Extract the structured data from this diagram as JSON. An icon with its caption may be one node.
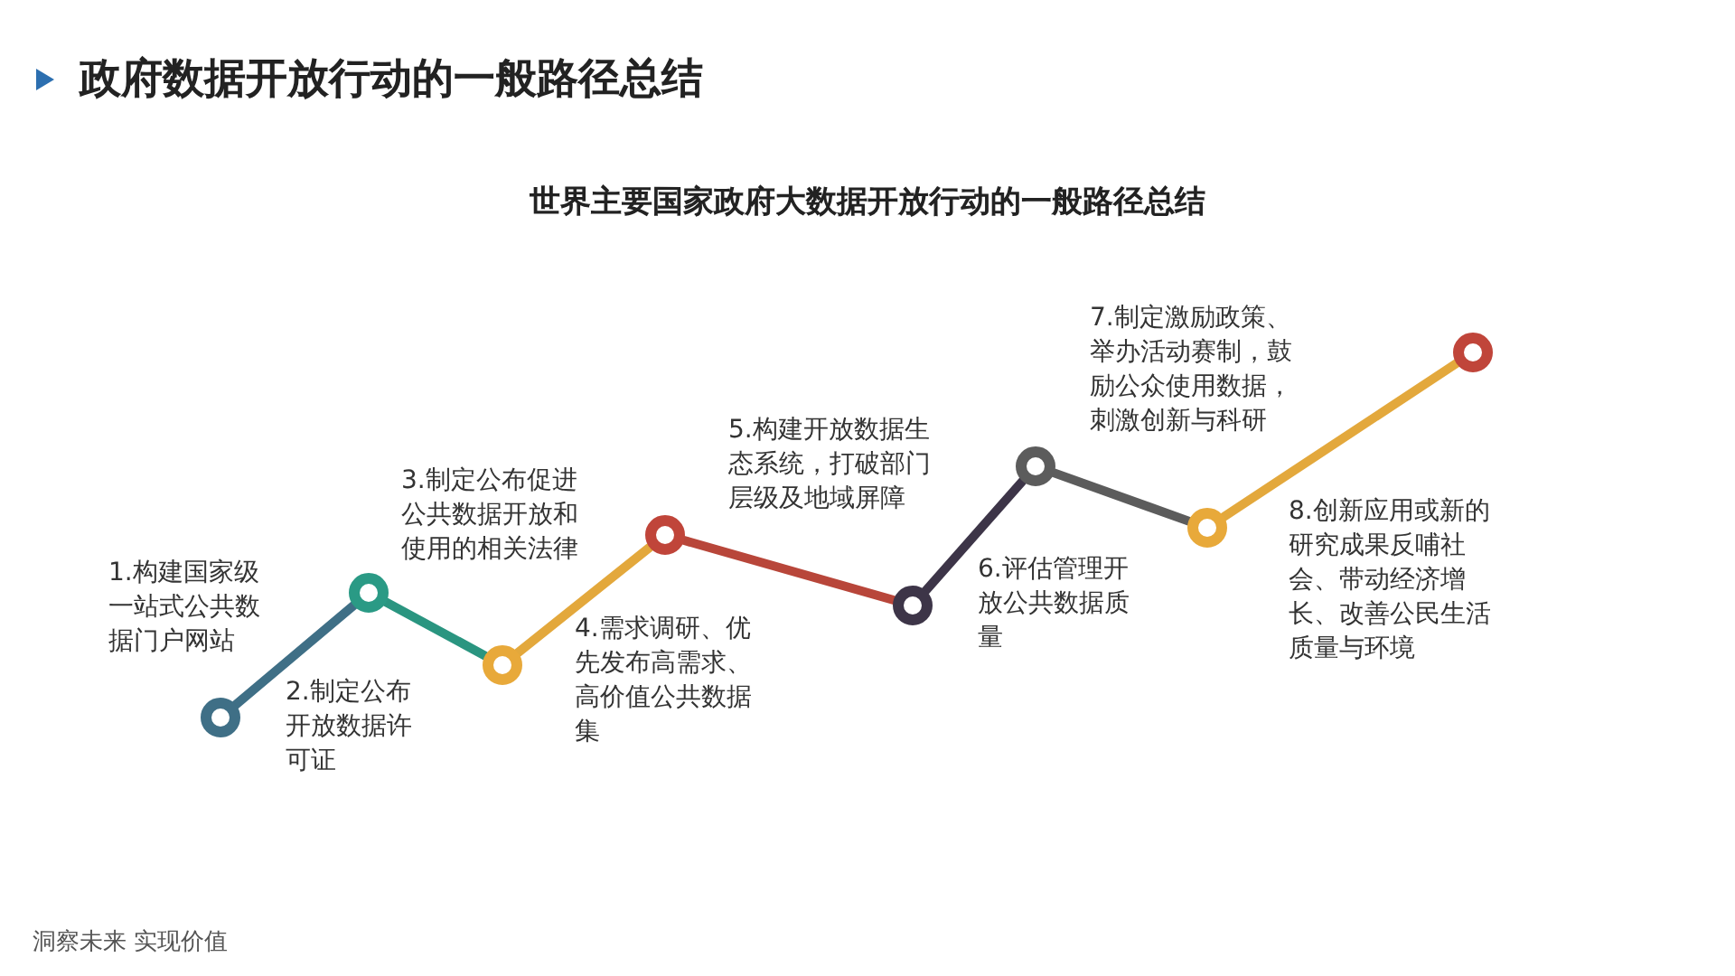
{
  "diagram": {
    "title": "政府数据开放行动的一般路径总结",
    "nodes": [
      {
        "text": [],
        "shape": "circle"
      },
      {
        "text": [],
        "shape": "circle"
      },
      {
        "text": [],
        "shape": "circle"
      },
      {
        "text": [],
        "shape": "circle"
      },
      {
        "text": [],
        "shape": "circle"
      },
      {
        "text": [],
        "shape": "circle"
      },
      {
        "text": [],
        "shape": "circle"
      },
      {
        "text": [],
        "shape": "circle"
      }
    ],
    "edges": [
      {
        "from": 0,
        "to": 1,
        "arrow": "none",
        "color": "#3f6f86"
      },
      {
        "from": 1,
        "to": 2,
        "arrow": "none",
        "color": "#2a9580"
      },
      {
        "from": 2,
        "to": 3,
        "arrow": "none",
        "color": "#e3a83c"
      },
      {
        "from": 3,
        "to": 4,
        "arrow": "none",
        "color": "#b8463a"
      },
      {
        "from": 4,
        "to": 5,
        "arrow": "none",
        "color": "#3d3548"
      },
      {
        "from": 5,
        "to": 6,
        "arrow": "none",
        "color": "#5c5c5c"
      },
      {
        "from": 6,
        "to": 7,
        "arrow": "none",
        "color": "#e3a83c"
      }
    ],
    "labels": [
      "世界主要国家政府大数据开放行动的一般路径总结",
      "1.构建国家级一站式公共数据门户网站",
      "2.制定公布开放数据许可证",
      "3.制定公布促进公共数据开放和使用的相关法律",
      "4.需求调研、优先发布高需求、高价值公共数据集",
      "5.构建开放数据生态系统，打破部门层级及地域屏障",
      "6.评估管理开放公共数据质量",
      "7.制定激励政策、举办活动赛制，鼓励公众使用数据，刺激创新与科研",
      "8.创新应用或新的研究成果反哺社会、带动经济增长、改善公民生活质量与环境",
      "洞察未来 实现价值"
    ]
  }
}
